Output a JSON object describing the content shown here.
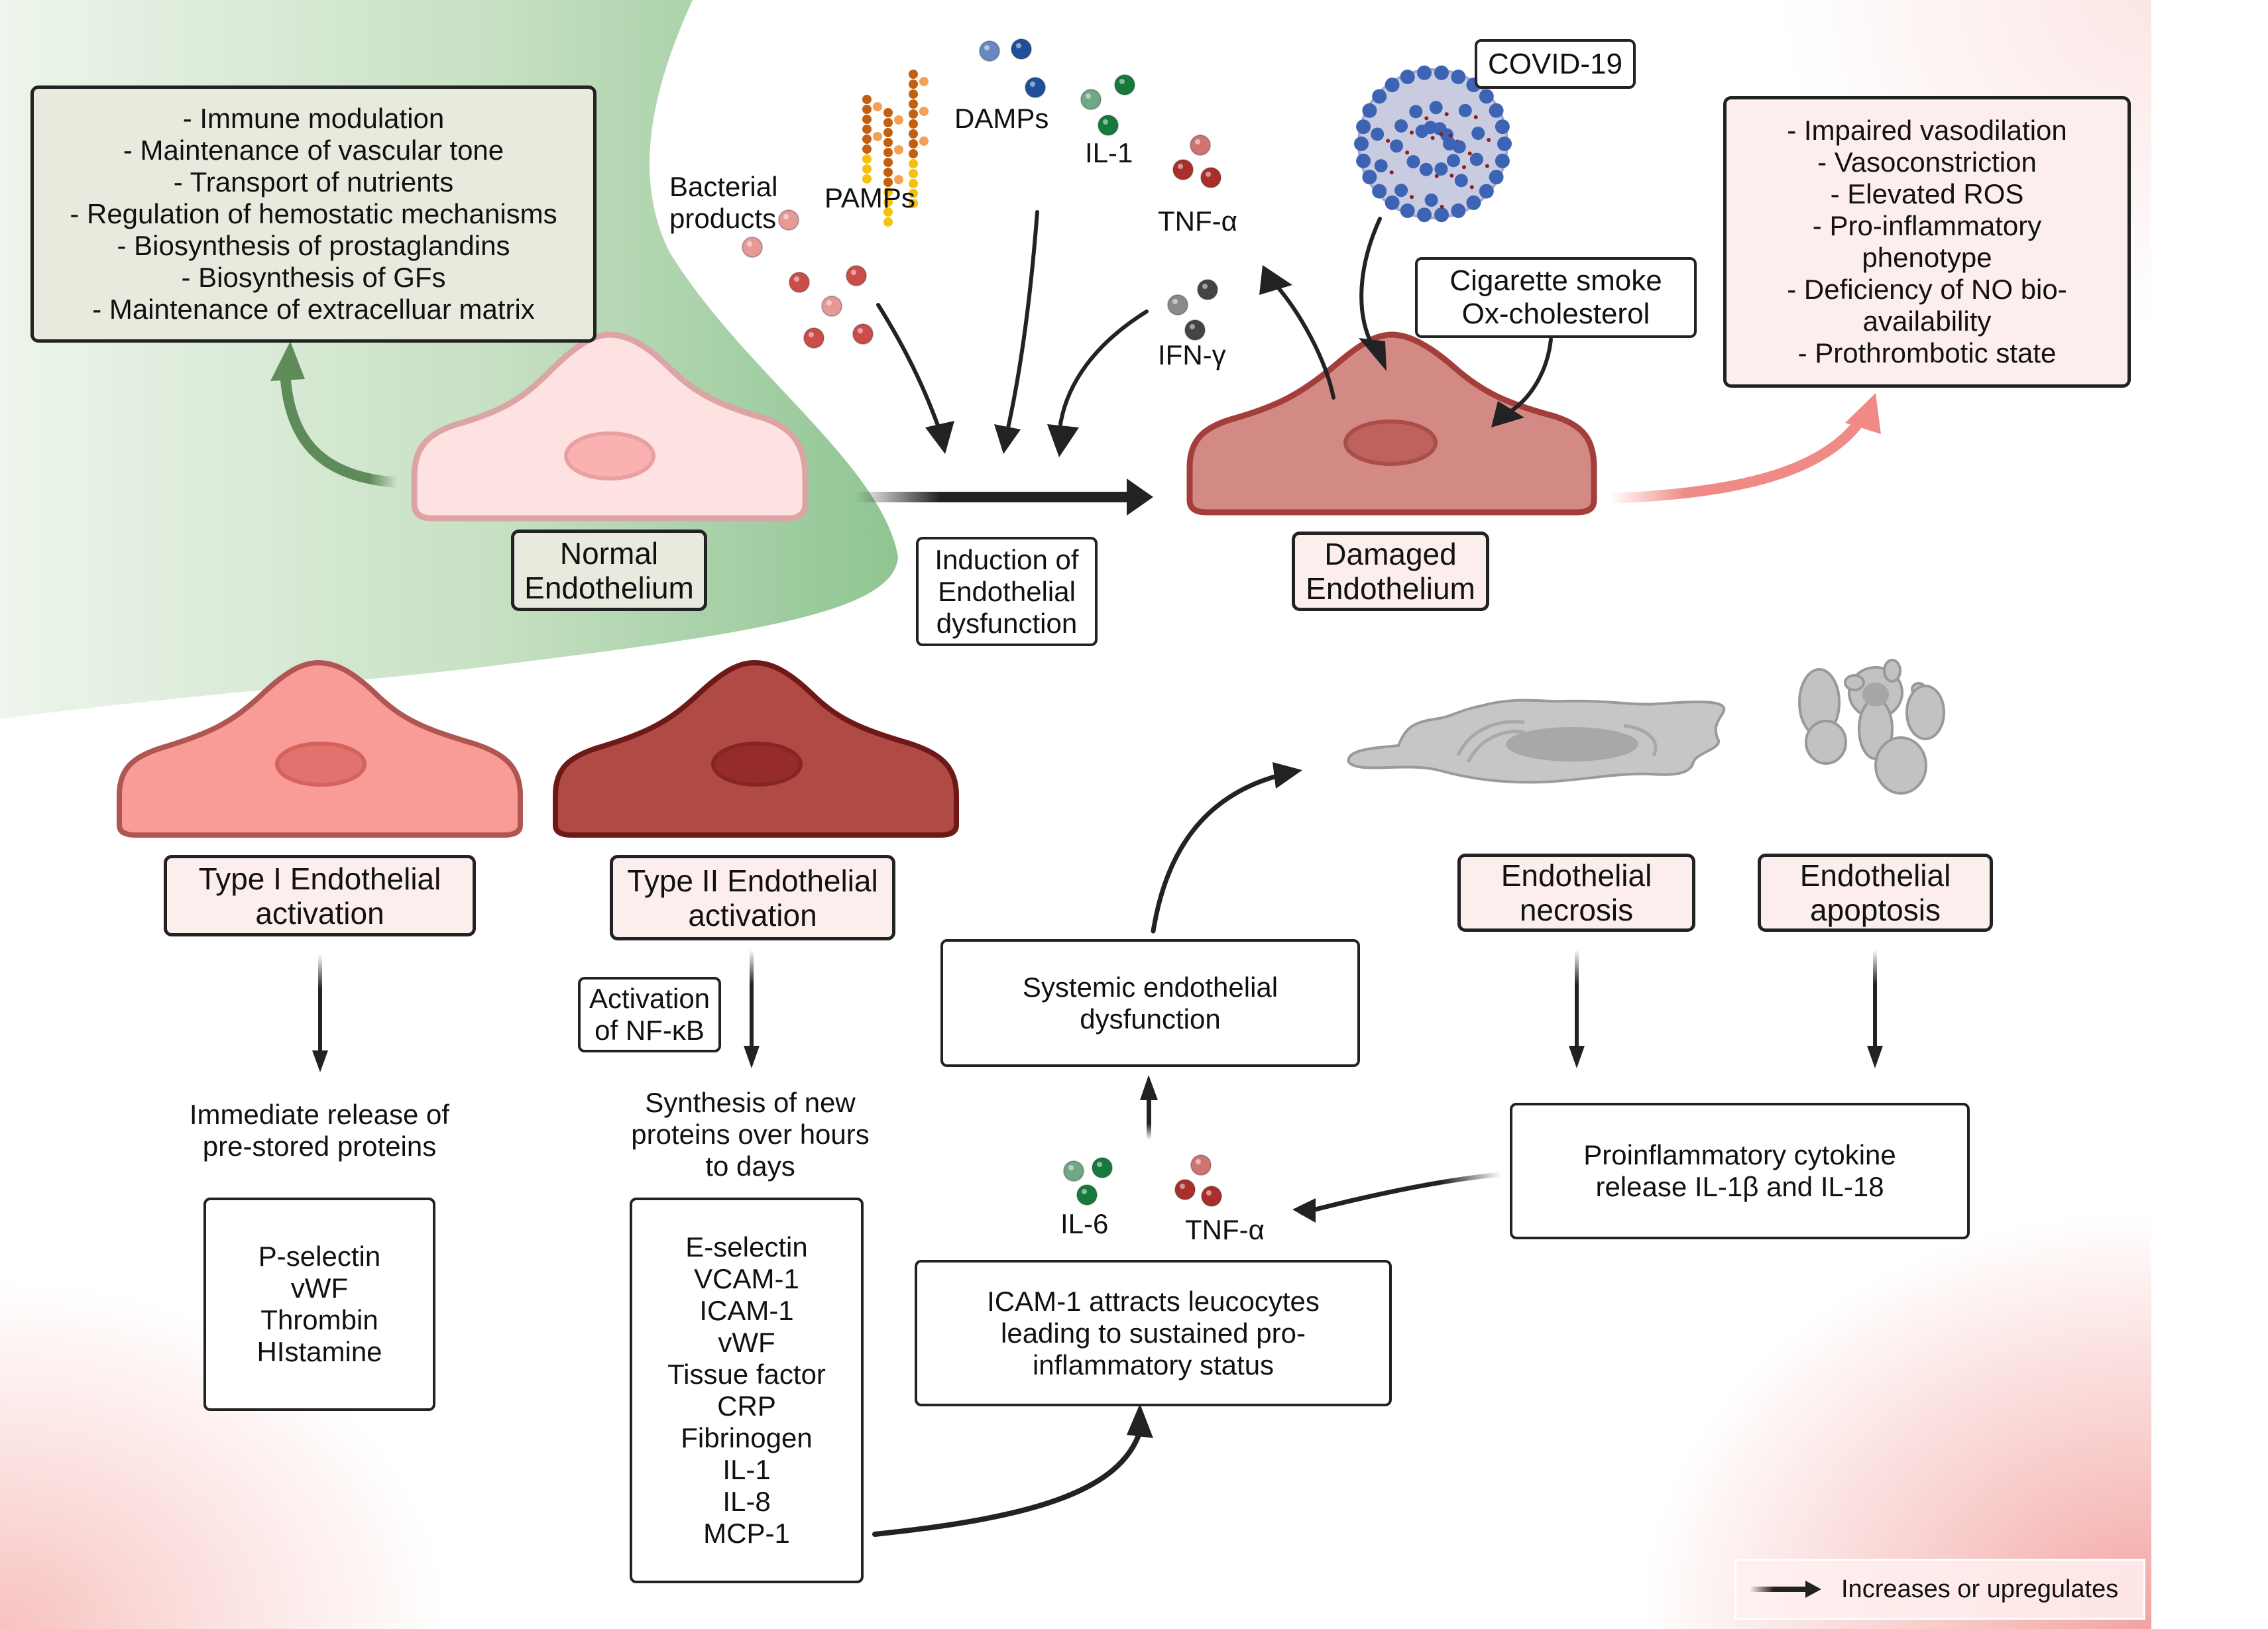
{
  "figure": {
    "normal_functions": [
      "- Immune modulation",
      "- Maintenance of vascular tone",
      "- Transport of nutrients",
      "- Regulation of hemostatic mechanisms",
      "- Biosynthesis of prostaglandins",
      "- Biosynthesis of GFs",
      "- Maintenance of extracelluar matrix"
    ],
    "normal_label": [
      "Normal",
      "Endothelium"
    ],
    "induction_label": [
      "Induction of",
      "Endothelial",
      "dysfunction"
    ],
    "damaged_label": [
      "Damaged",
      "Endothelium"
    ],
    "stimuli": {
      "bacterial": [
        "Bacterial",
        "products"
      ],
      "pamps": "PAMPs",
      "damps": "DAMPs",
      "il1": "IL-1",
      "tnf": "TNF-α",
      "ifn": "IFN-γ",
      "covid": "COVID-19",
      "cigarette": [
        "Cigarette smoke",
        "Ox-cholesterol"
      ]
    },
    "damaged_features": [
      "- Impaired vasodilation",
      "- Vasoconstriction",
      "- Elevated ROS",
      "- Pro-inflammatory",
      "phenotype",
      "- Deficiency of NO bio-",
      "availability",
      "- Prothrombotic state"
    ],
    "type1": {
      "label": [
        "Type I Endothelial",
        "activation"
      ],
      "description": [
        "Immediate release of",
        "pre-stored proteins"
      ],
      "proteins": [
        "P-selectin",
        "vWF",
        "Thrombin",
        "HIstamine"
      ]
    },
    "type2": {
      "label": [
        "Type II Endothelial",
        "activation"
      ],
      "nfkb": [
        "Activation",
        "of NF-κB"
      ],
      "description": [
        "Synthesis of new",
        "proteins over hours",
        "to days"
      ],
      "proteins": [
        "E-selectin",
        "VCAM-1",
        "ICAM-1",
        "vWF",
        "Tissue factor",
        "CRP",
        "Fibrinogen",
        "IL-1",
        "IL-8",
        "MCP-1"
      ]
    },
    "systemic": [
      "Systemic endothelial",
      "dysfunction"
    ],
    "cytokines_bottom": {
      "il6": "IL-6",
      "tnf": "TNF-α"
    },
    "icam": [
      "ICAM-1 attracts leucocytes",
      "leading to sustained pro-",
      "inflammatory status"
    ],
    "necrosis_label": [
      "Endothelial",
      "necrosis"
    ],
    "apoptosis_label": [
      "Endothelial",
      "apoptosis"
    ],
    "proinflammatory": [
      "Proinflammatory cytokine",
      "release IL-1β and IL-18"
    ],
    "legend": {
      "label": "Increases or upregulates"
    },
    "colors": {
      "normal_zone_green": "#8fc592",
      "normal_cell": "#fde2e1",
      "damaged_cell": "#d38a85",
      "type1_cell": "#f99c97",
      "type2_cell": "#b04a45",
      "arrow": "#222222",
      "green_arrow": "#5f8a5a",
      "pink_arrow": "#ef8a86"
    }
  }
}
